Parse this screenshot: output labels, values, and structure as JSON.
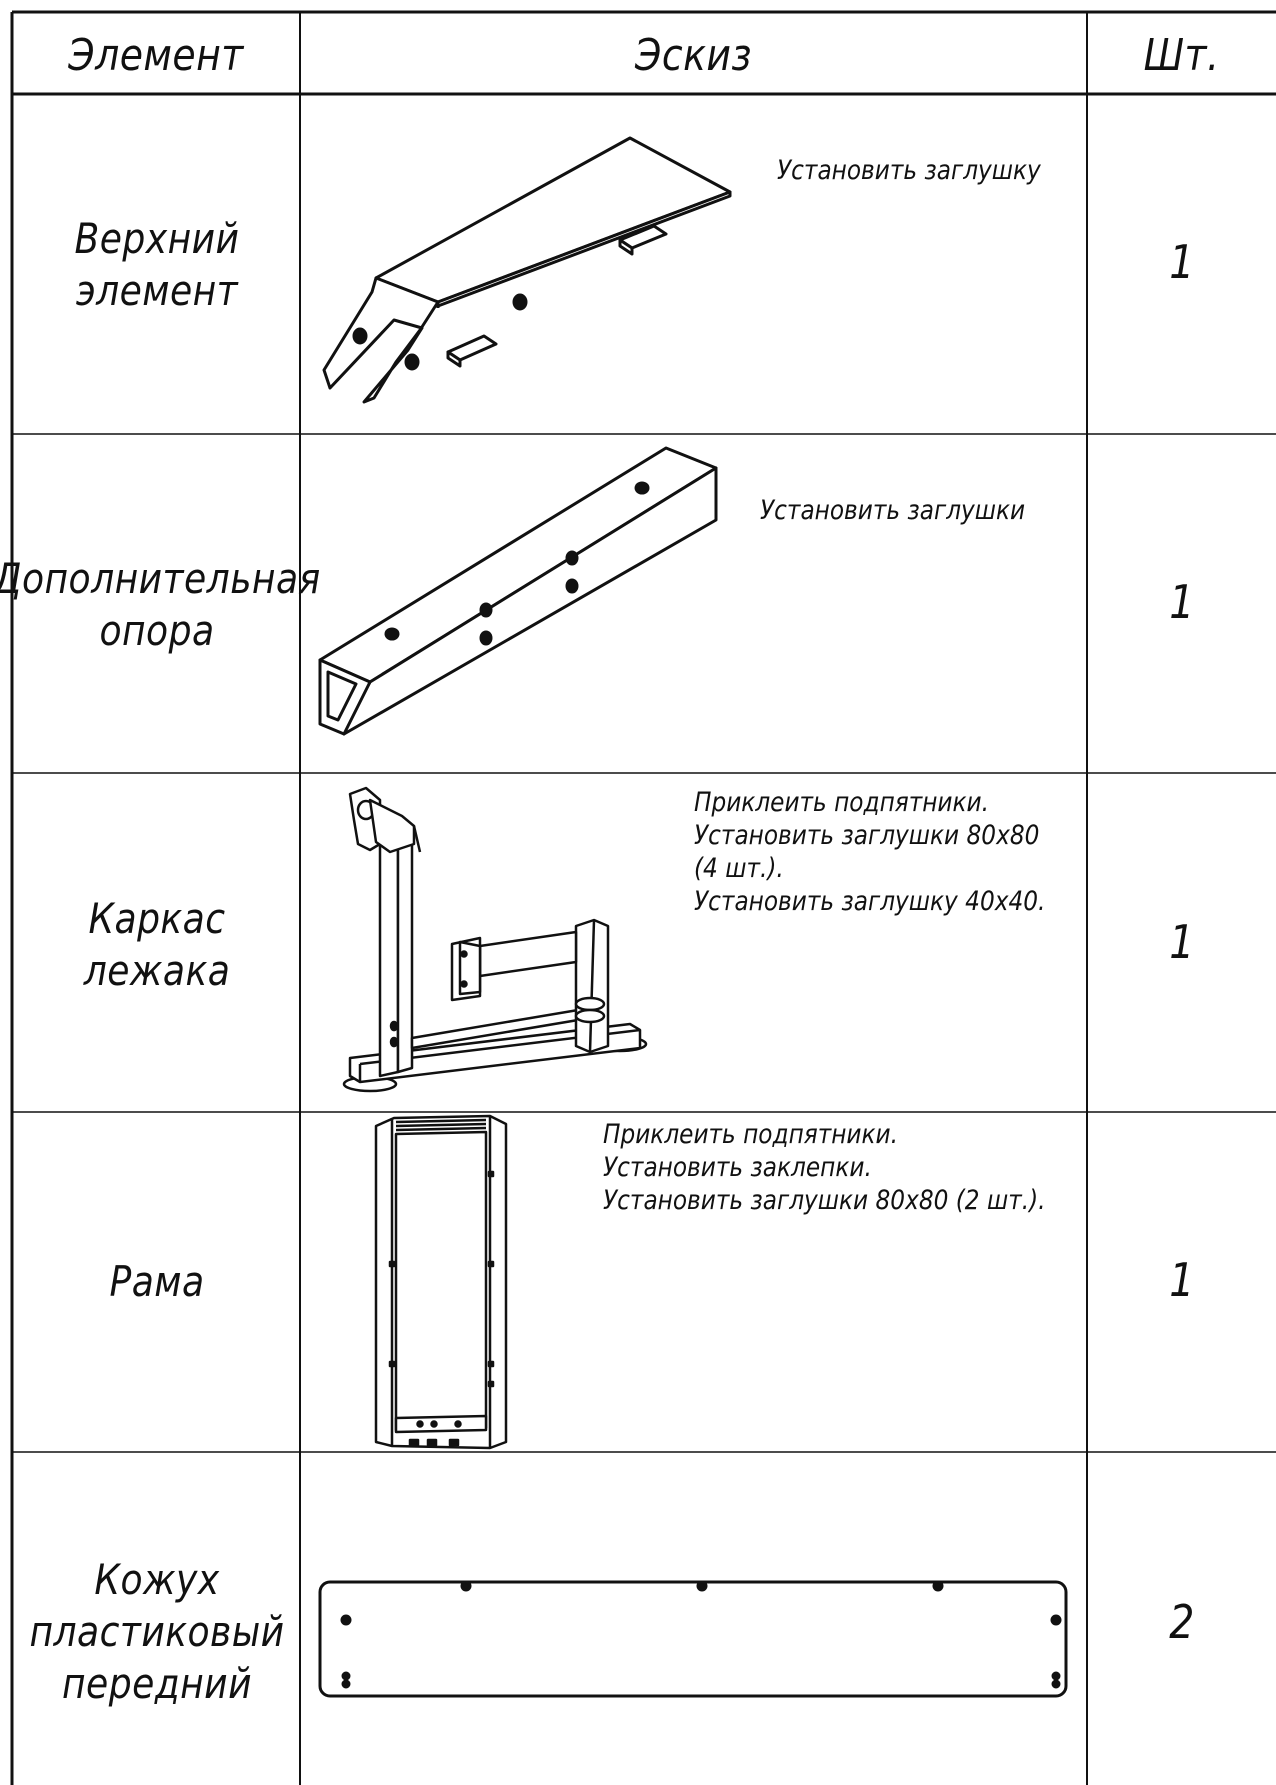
{
  "table": {
    "headers": {
      "element": "Элемент",
      "sketch": "Эскиз",
      "qty": "Шт."
    },
    "rows": [
      {
        "name_lines": [
          "Верхний",
          "элемент"
        ],
        "note_lines": [
          "Установить заглушку"
        ],
        "qty": "1",
        "sketch_icon": "upper-element-drawing"
      },
      {
        "name_lines": [
          "Дополнительная",
          "опора"
        ],
        "note_lines": [
          "Установить заглушки"
        ],
        "qty": "1",
        "sketch_icon": "additional-support-drawing"
      },
      {
        "name_lines": [
          "Каркас",
          "лежака"
        ],
        "note_lines": [
          "Приклеить подпятники.",
          "Установить заглушки 80х80",
          "(4 шт.).",
          "Установить заглушку 40х40."
        ],
        "qty": "1",
        "sketch_icon": "bench-frame-drawing"
      },
      {
        "name_lines": [
          "Рама"
        ],
        "note_lines": [
          "Приклеить подпятники.",
          "Установить заклепки.",
          "Установить заглушки 80х80 (2 шт.)."
        ],
        "qty": "1",
        "sketch_icon": "frame-drawing"
      },
      {
        "name_lines": [
          "Кожух",
          "пластиковый",
          "передний"
        ],
        "note_lines": [],
        "qty": "2",
        "sketch_icon": "plastic-cover-drawing"
      }
    ]
  }
}
